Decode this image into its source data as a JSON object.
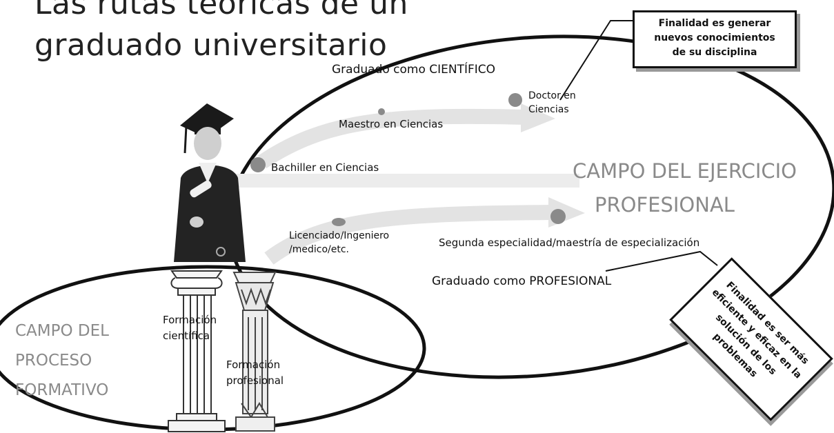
{
  "title": {
    "line1": "Las rutas teóricas de un",
    "line2": "graduado universitario"
  },
  "routes": {
    "scientific": {
      "label": "Graduado como CIENTÍFICO",
      "steps": {
        "bachiller": "Bachiller en Ciencias",
        "maestro": "Maestro en Ciencias",
        "doctor_line1": "Doctor en",
        "doctor_line2": "Ciencias"
      }
    },
    "professional": {
      "label": "Graduado como PROFESIONAL",
      "steps": {
        "licenciado_line1": "Licenciado/Ingeniero",
        "licenciado_line2": "/medico/etc.",
        "segunda": "Segunda especialidad/maestría de especialización"
      }
    }
  },
  "fields": {
    "professional_practice": {
      "line1": "CAMPO DEL EJERCICIO",
      "line2": "PROFESIONAL"
    },
    "training_process": {
      "line1": "CAMPO DEL",
      "line2": "PROCESO",
      "line3": "FORMATIVO"
    }
  },
  "pillars": {
    "scientific": {
      "line1": "Formación",
      "line2": "científica"
    },
    "professional": {
      "line1": "Formación",
      "line2": "profesional"
    }
  },
  "callouts": {
    "scientific_purpose": {
      "line1": "Finalidad es generar",
      "line2": "nuevos conocimientos",
      "line3": "de su disciplina"
    },
    "professional_purpose": {
      "line1": "Finalidad es ser más",
      "line2": "eficiente y eficaz en la",
      "line3": "solución de los",
      "line4": "problemas"
    }
  },
  "colors": {
    "node": "#8a8a8a",
    "arrow": "#dcdcdc",
    "ellipse": "#111111",
    "field_text": "#8a8a8a",
    "gown": "#222222"
  }
}
